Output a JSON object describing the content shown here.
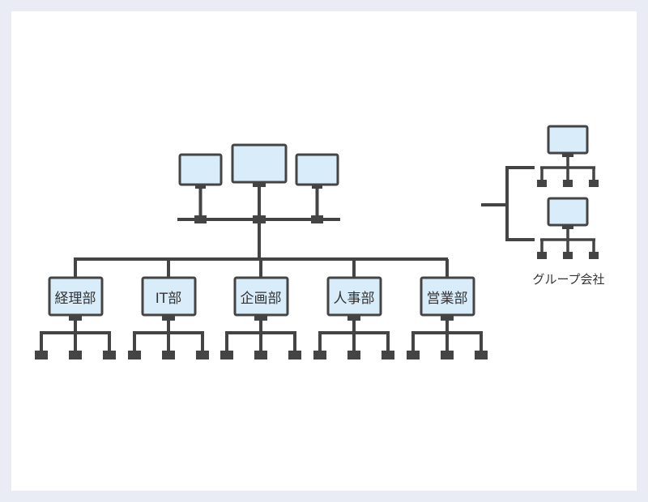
{
  "colors": {
    "page_background": "#e9ecf4",
    "panel_background": "#ffffff",
    "line": "#444444",
    "screen": "#d8ecfa"
  },
  "departments": [
    {
      "label": "経理部"
    },
    {
      "label": "IT部"
    },
    {
      "label": "企画部"
    },
    {
      "label": "人事部"
    },
    {
      "label": "営業部"
    }
  ],
  "group": {
    "label": "グループ会社"
  }
}
